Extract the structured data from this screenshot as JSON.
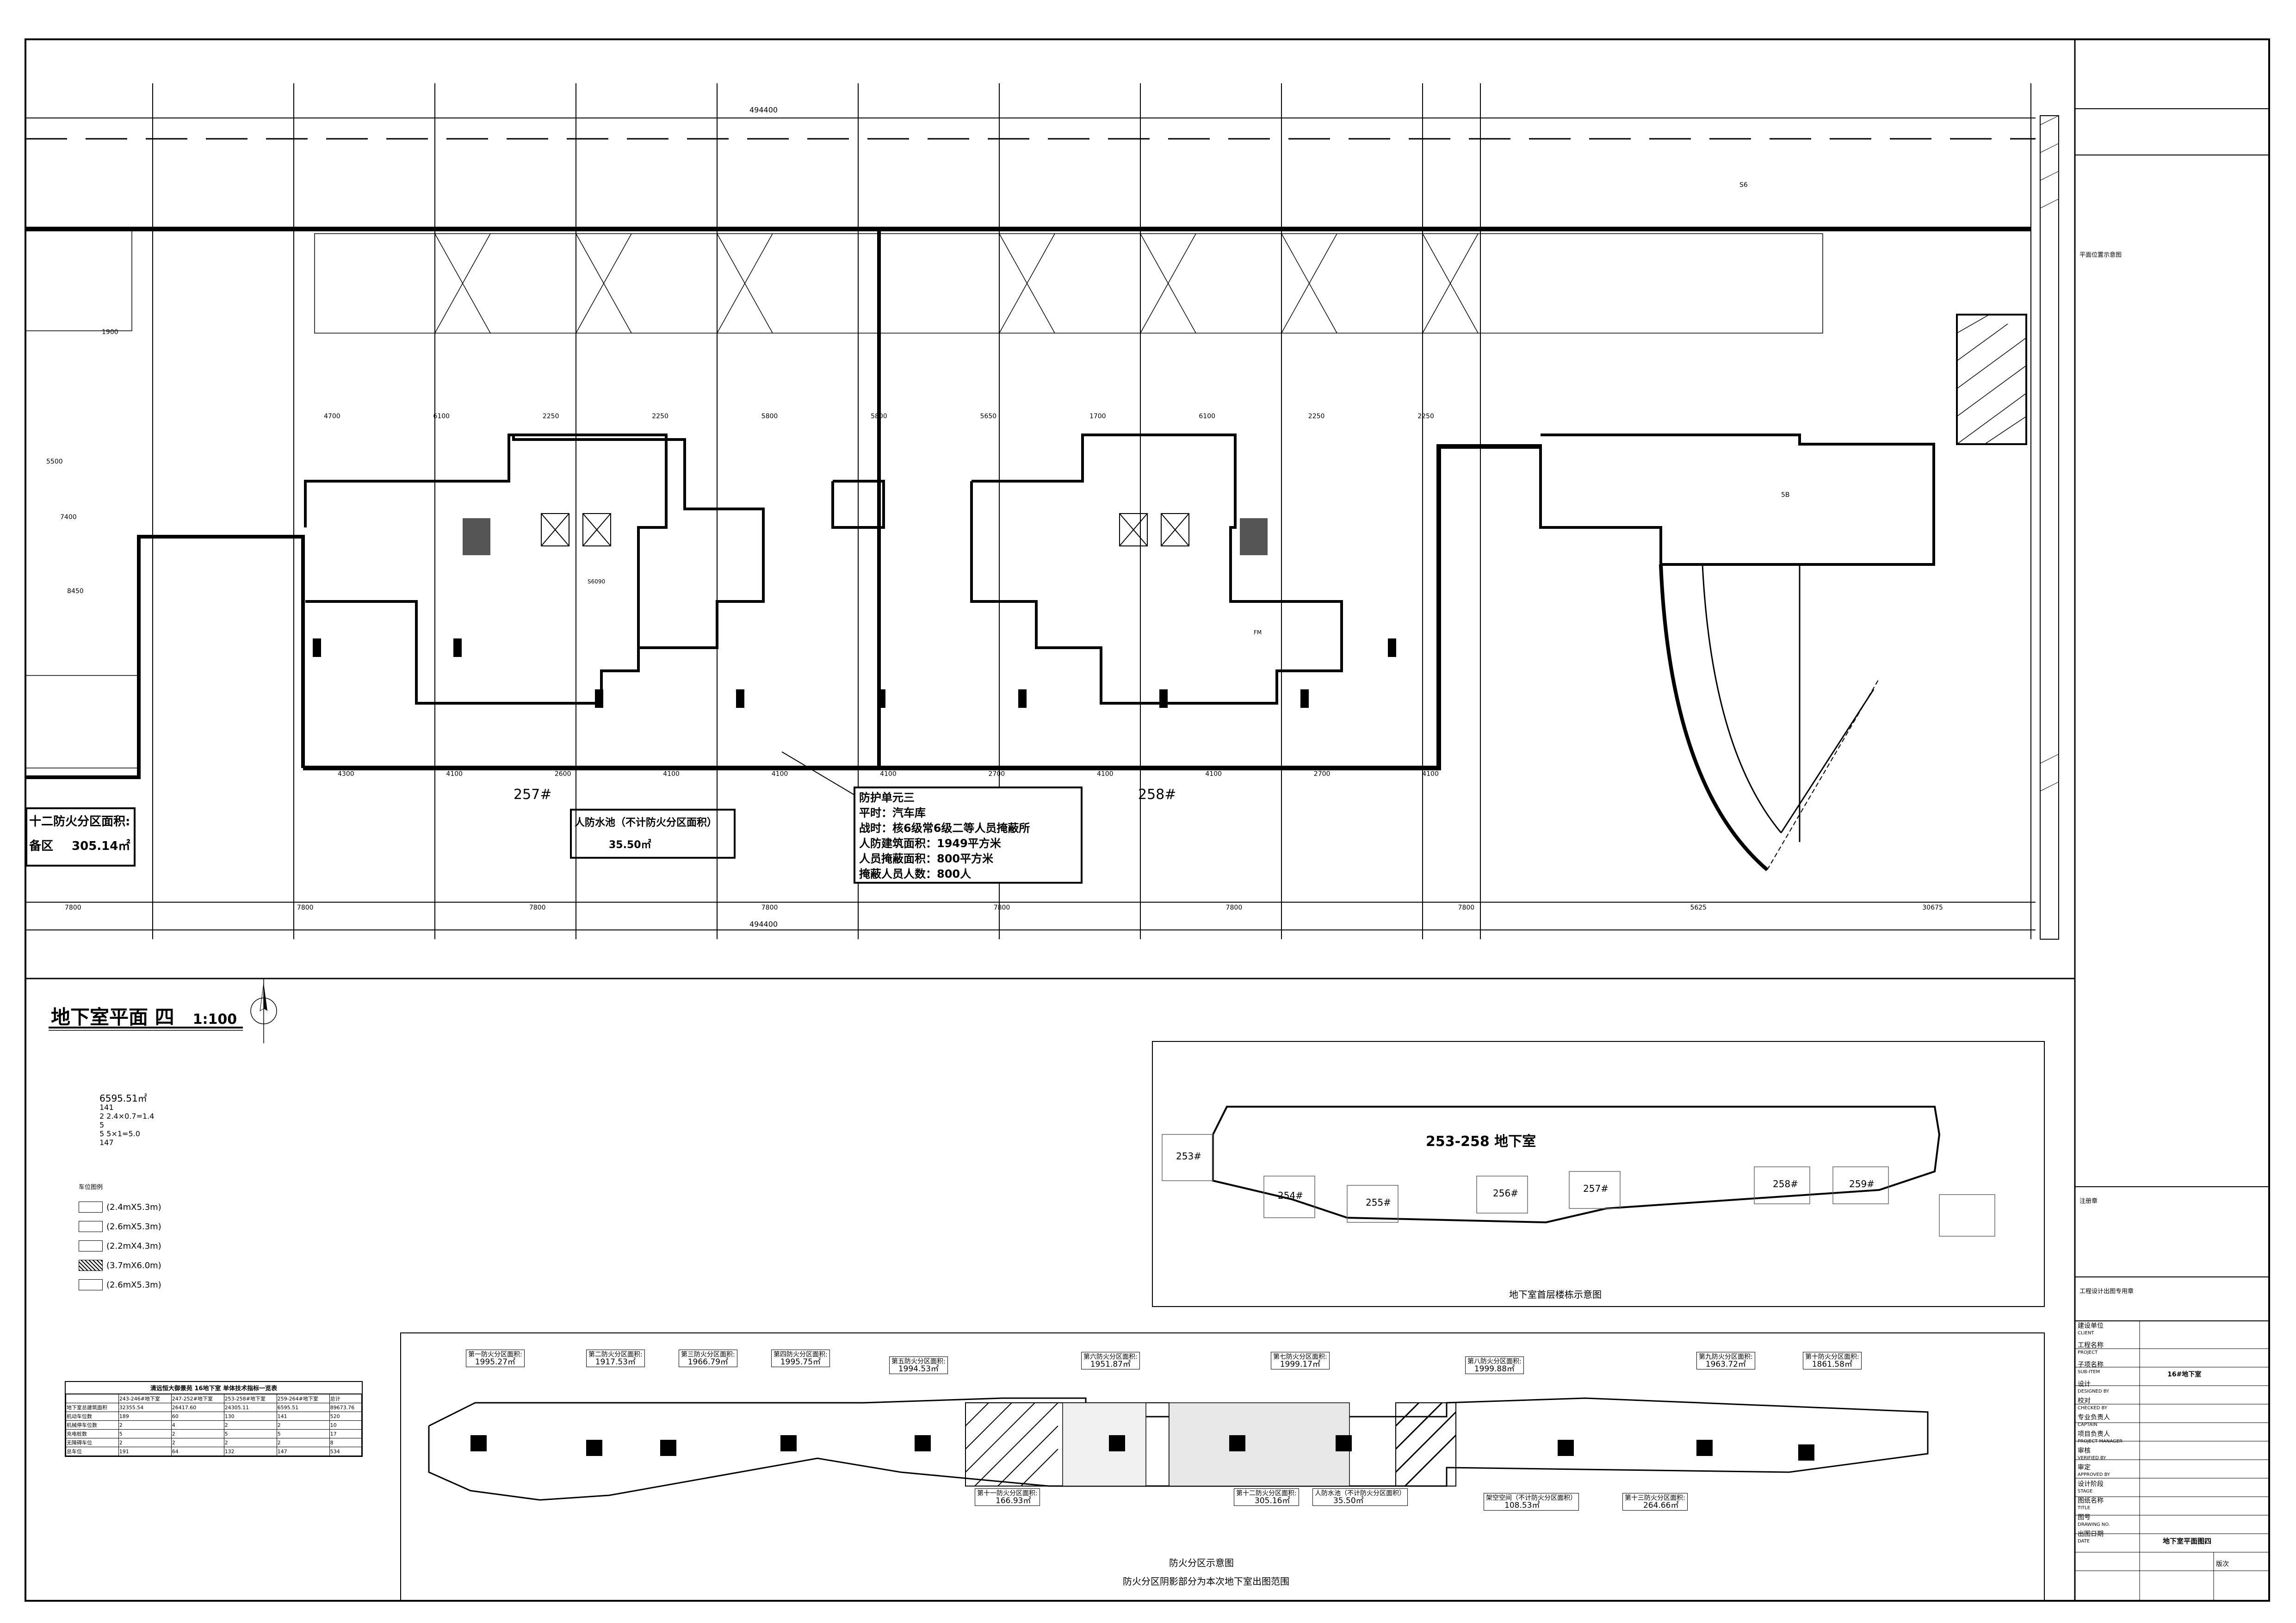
{
  "drawing": {
    "title": "地下室平面 四",
    "scale": "1:100",
    "top_total_dim": "494400",
    "bottom_total_dim": "494400",
    "building_labels": [
      "257#",
      "258#"
    ],
    "top_dims": [
      "4700",
      "6100",
      "2250",
      "2250",
      "5800",
      "5800",
      "5650",
      "1700",
      "6100",
      "2250",
      "2250"
    ],
    "bottom_dims": [
      "7800",
      "7800",
      "7800",
      "7800",
      "7800",
      "7800",
      "7800",
      "5625",
      "30675"
    ],
    "mid_dims": [
      "4300",
      "4100",
      "2600",
      "4100",
      "4100",
      "4100",
      "2700",
      "4100",
      "4100",
      "2700",
      "4100"
    ],
    "left_dims": [
      "1900",
      "5500",
      "7400",
      "8450"
    ],
    "fire_zone_left": {
      "label": "十二防火分区面积:",
      "sub": "备区",
      "area": "305.14㎡"
    },
    "civil_defense_box": {
      "title": "人防水池（不计防火分区面积）",
      "area": "35.50㎡"
    },
    "civil_defense_info": [
      "防护单元三",
      "平时：汽车库",
      "战时：核6级常6级二等人员掩蔽所",
      "人防建筑面积：1949平方米",
      "人员掩蔽面积：800平方米",
      "掩蔽人员人数：800人"
    ],
    "small_labels": [
      "5B",
      "S6090",
      "S6",
      "FM"
    ]
  },
  "legend": {
    "stats": [
      "6595.51㎡",
      "141",
      "2  2.4×0.7=1.4",
      "5",
      "5  5×1=5.0",
      "147"
    ],
    "parking_title": "车位图例",
    "parking_items": [
      "(2.4mX5.3m)",
      "(2.6mX5.3m)",
      "(2.2mX4.3m)",
      "(3.7mX6.0m)",
      "(2.6mX5.3m)"
    ]
  },
  "table": {
    "title": "清远恒大御景苑  16地下室  单体技术指标一览表",
    "headers": [
      "",
      "243-246#地下室",
      "247-252#地下室",
      "253-258#地下室",
      "259-264#地下室",
      "总计"
    ],
    "rows": [
      [
        "地下室总建筑面积",
        "32355.54",
        "26417.60",
        "24305.11",
        "6595.51",
        "89673.76"
      ],
      [
        "机动车位数",
        "189",
        "60",
        "130",
        "141",
        "520"
      ],
      [
        "机械停车位数",
        "2",
        "4",
        "2",
        "2",
        "10"
      ],
      [
        "充电桩数",
        "5",
        "2",
        "5",
        "5",
        "17"
      ],
      [
        "无障碍车位",
        "2",
        "2",
        "2",
        "2",
        "8"
      ],
      [
        "总车位",
        "191",
        "64",
        "132",
        "147",
        "534"
      ]
    ]
  },
  "keyplan": {
    "title": "253-258  地下室",
    "caption": "地下室首层楼栋示意图",
    "buildings": [
      "253#",
      "254#",
      "255#",
      "256#",
      "257#",
      "258#",
      "259#"
    ]
  },
  "fire_diagram": {
    "caption1": "防火分区示意图",
    "caption2": "防火分区阴影部分为本次地下室出图范围",
    "zones": [
      {
        "name": "第一防火分区面积:",
        "area": "1995.27㎡"
      },
      {
        "name": "第二防火分区面积:",
        "area": "1917.53㎡"
      },
      {
        "name": "第三防火分区面积:",
        "area": "1966.79㎡"
      },
      {
        "name": "第四防火分区面积:",
        "area": "1995.75㎡"
      },
      {
        "name": "第五防火分区面积:",
        "area": "1994.53㎡"
      },
      {
        "name": "第六防火分区面积:",
        "area": "1951.87㎡"
      },
      {
        "name": "第七防火分区面积:",
        "area": "1999.17㎡"
      },
      {
        "name": "第八防火分区面积:",
        "area": "1999.88㎡"
      },
      {
        "name": "第九防火分区面积:",
        "area": "1963.72㎡"
      },
      {
        "name": "第十防火分区面积:",
        "area": "1861.58㎡"
      }
    ],
    "lower_zones": [
      {
        "name": "第十一防火分区面积:",
        "area": "166.93㎡"
      },
      {
        "name": "第十二防火分区面积:",
        "area": "305.16㎡"
      },
      {
        "name": "人防水池（不计防火分区面积）",
        "area": "35.50㎡"
      },
      {
        "name": "架空空间（不计防火分区面积）",
        "area": "108.53㎡"
      },
      {
        "name": "第十三防火分区面积:",
        "area": "264.66㎡"
      }
    ]
  },
  "title_block": {
    "sections": [
      "平面位置示意图",
      "工程设计出图专用章"
    ],
    "rows": [
      "建设单位",
      "CLIENT",
      "工程名称",
      "PROJECT",
      "子项名称",
      "SUB-ITEM",
      "设计",
      "DESIGNED BY",
      "校对",
      "CHECKED BY",
      "专业负责人",
      "CAPTAIN",
      "项目负责人",
      "PROJECT MANAGER",
      "审核",
      "VERIFIED BY",
      "审定",
      "APPROVED BY",
      "设计阶段",
      "STAGE",
      "图纸名称",
      "TITLE",
      "图号",
      "DRAWING NO.",
      "出图日期",
      "DATE"
    ],
    "subitem_value": "16#地下室",
    "drawing_name": "地下室平面图四",
    "version_label": "版次",
    "stamp_label": "注册章"
  }
}
